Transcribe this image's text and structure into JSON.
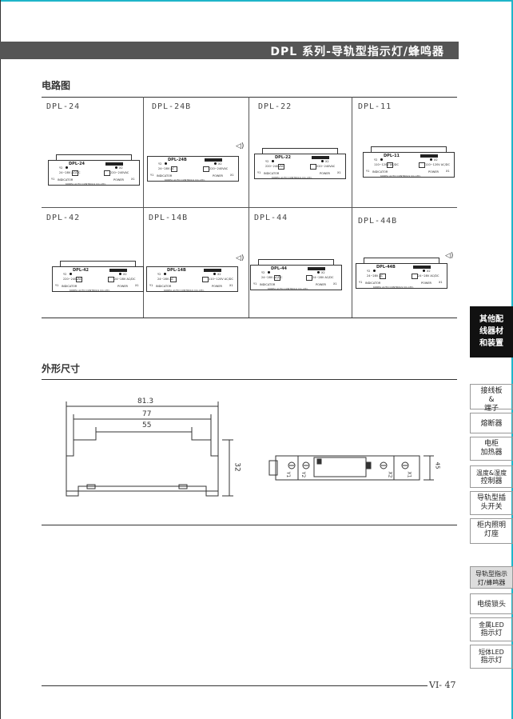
{
  "header": {
    "title": "DPL 系列-导轨型指示灯/蜂鸣器"
  },
  "circuit": {
    "heading": "电路图",
    "cells": [
      {
        "label": "DPL-24",
        "model": "DPL-24",
        "y2": "Y2",
        "y1": "Y1",
        "x2": "X2",
        "x1": "X1",
        "volt_left": "24~28V AC/DC",
        "volt_right": "220~240VAC",
        "ind": "INDICATOR",
        "pow": "POWER",
        "company": "KOREA AUTO CONTROLS CO.,LTD."
      },
      {
        "label": "DPL-24B",
        "model": "DPL-24B",
        "y2": "Y2",
        "y1": "Y1",
        "x2": "X2",
        "x1": "X1",
        "volt_left": "24~28V AC",
        "volt_right": "220~240VAC",
        "ind": "INDICATOR",
        "pow": "POWER",
        "company": "KOREA AUTO CONTROLS CO.,LTD."
      },
      {
        "label": "DPL-22",
        "model": "DPL-22",
        "y2": "Y2",
        "y1": "Y1",
        "x2": "X2",
        "x1": "X1",
        "volt_left": "220~240VAC",
        "volt_right": "220~240VAC",
        "ind": "INDICATOR",
        "pow": "POWER",
        "company": "KOREA AUTO CONTROLS CO.,LTD."
      },
      {
        "label": "DPL-11",
        "model": "DPL-11",
        "y2": "Y2",
        "y1": "Y1",
        "x2": "X2",
        "x1": "X1",
        "volt_left": "110~120V AC/DC",
        "volt_right": "110~120V AC/DC",
        "ind": "INDICATOR",
        "pow": "POWER",
        "company": "KOREA AUTO CONTROLS CO.,LTD."
      },
      {
        "label": "DPL-42",
        "model": "DPL-42",
        "y2": "Y2",
        "y1": "Y1",
        "x2": "X2",
        "x1": "X1",
        "volt_left": "220~240VAC",
        "volt_right": "24~28V AC/DC",
        "ind": "INDICATOR",
        "pow": "POWER",
        "company": "KOREA AUTO CONTROLS CO.,LTD."
      },
      {
        "label": "DPL-14B",
        "model": "DPL-14B",
        "y2": "Y2",
        "y1": "Y1",
        "x2": "X2",
        "x1": "X1",
        "volt_left": "24~28V AC",
        "volt_right": "110~120V AC/DC",
        "ind": "INDICATOR",
        "pow": "POWER",
        "company": "KOREA AUTO CONTROLS CO.,LTD."
      },
      {
        "label": "DPL-44",
        "model": "DPL-44",
        "y2": "Y2",
        "y1": "Y1",
        "x2": "X2",
        "x1": "X1",
        "volt_left": "24~28V AC/DC",
        "volt_right": "24~28V AC/DC",
        "ind": "INDICATOR",
        "pow": "POWER",
        "company": "KOREA AUTO CONTROLS CO.,LTD."
      },
      {
        "label": "DPL-44B",
        "model": "DPL-44B",
        "y2": "Y2",
        "y1": "Y1",
        "x2": "X2",
        "x1": "X1",
        "volt_left": "24~28V AC",
        "volt_right": "24~28V AC/DC",
        "ind": "INDICATOR",
        "pow": "POWER",
        "company": "KOREA AUTO CONTROLS CO.,LTD."
      }
    ]
  },
  "dimensions": {
    "heading": "外形尺寸",
    "w1": "81.3",
    "w2": "77",
    "w3": "55",
    "h": "32",
    "side": "45",
    "term_y1": "Y1",
    "term_y2": "Y2",
    "term_x2": "X2",
    "term_x1": "X1"
  },
  "sidebar": {
    "category": [
      "其他配",
      "线器材",
      "和装置"
    ],
    "items": [
      [
        "接线板",
        "&",
        "端子"
      ],
      [
        "熔断器"
      ],
      [
        "电柜",
        "加热器"
      ],
      [
        "温度&湿度",
        "控制器"
      ],
      [
        "导轨型插",
        "头开关"
      ],
      [
        "柜内照明",
        "灯座"
      ],
      [
        "导轨型指示",
        "灯/蜂鸣器"
      ],
      [
        "电缆锁头"
      ],
      [
        "金属LED",
        "指示灯"
      ],
      [
        "短体LED",
        "指示灯"
      ]
    ]
  },
  "footer": {
    "page": "VI- 47"
  }
}
